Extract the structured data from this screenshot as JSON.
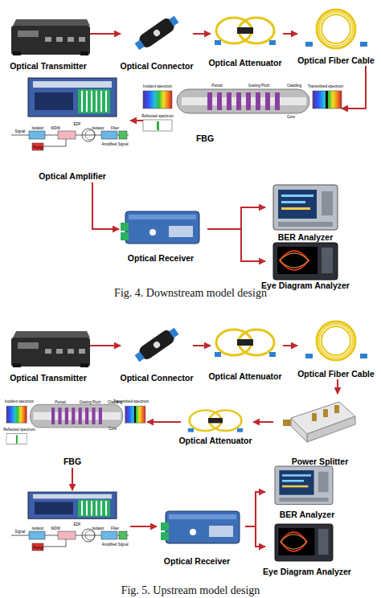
{
  "diagram": {
    "nodes": [
      {
        "text": [
          "Optical Transmitter"
        ]
      },
      {
        "text": [
          "Optical Connector"
        ]
      },
      {
        "text": [
          "Optical Attenuator"
        ]
      },
      {
        "text": [
          "Optical Fiber Cable"
        ]
      },
      {
        "text": [
          "Incident spectrum",
          "Period",
          "Grating Pitch",
          "Cladding",
          "Core",
          "Transmitted spectrum",
          "Reflected spectrum",
          "FBG"
        ]
      },
      {
        "text": [
          "Signal",
          "Isolator",
          "WDM",
          "EDF",
          "Isolator",
          "Filter",
          "Pump",
          "Amplified Signal",
          "Optical Amplifier"
        ]
      },
      {
        "text": [
          "Optical Receiver"
        ]
      },
      {
        "text": [
          "BER Analyzer"
        ]
      },
      {
        "text": [
          "Eye Diagram Analyzer"
        ]
      },
      {
        "text": [
          "Optical Transmitter"
        ]
      },
      {
        "text": [
          "Optical Connector"
        ]
      },
      {
        "text": [
          "Optical Attenuator"
        ]
      },
      {
        "text": [
          "Optical Fiber Cable"
        ]
      },
      {
        "text": [
          "Power Splitter"
        ]
      },
      {
        "text": [
          "Optical Attenuator"
        ]
      },
      {
        "text": [
          "Incident spectrum",
          "Period",
          "Grating Pitch",
          "Cladding",
          "Core",
          "Transmitted spectrum",
          "Reflected spectrum",
          "FBG"
        ]
      },
      {
        "text": [
          "Signal",
          "Isolator",
          "WDM",
          "EDF",
          "Isolator",
          "Filter",
          "Pump",
          "Amplified Signal"
        ]
      },
      {
        "text": [
          "Optical Receiver"
        ]
      },
      {
        "text": [
          "BER Analyzer"
        ]
      },
      {
        "text": [
          "Eye Diagram Analyzer"
        ]
      }
    ],
    "edges": [
      {
        "from": 0,
        "to": 1,
        "arrow": "to"
      },
      {
        "from": 1,
        "to": 2,
        "arrow": "to"
      },
      {
        "from": 2,
        "to": 3,
        "arrow": "to"
      },
      {
        "from": 3,
        "to": 4,
        "arrow": "to"
      },
      {
        "from": 4,
        "to": 5,
        "arrow": "to"
      },
      {
        "from": 5,
        "to": 6,
        "arrow": "to"
      },
      {
        "from": 6,
        "to": 7,
        "arrow": "to"
      },
      {
        "from": 6,
        "to": 8,
        "arrow": "to"
      },
      {
        "from": 9,
        "to": 10,
        "arrow": "to"
      },
      {
        "from": 10,
        "to": 11,
        "arrow": "to"
      },
      {
        "from": 11,
        "to": 12,
        "arrow": "to"
      },
      {
        "from": 12,
        "to": 13,
        "arrow": "to"
      },
      {
        "from": 13,
        "to": 14,
        "arrow": "to"
      },
      {
        "from": 14,
        "to": 15,
        "arrow": "to"
      },
      {
        "from": 15,
        "to": 16,
        "arrow": "to"
      },
      {
        "from": 16,
        "to": 17,
        "arrow": "to"
      },
      {
        "from": 17,
        "to": 18,
        "arrow": "to"
      },
      {
        "from": 17,
        "to": 19,
        "arrow": "to"
      }
    ],
    "labels": [
      "Fig. 4. Downstream model design",
      "Fig. 5. Upstream model design"
    ]
  }
}
